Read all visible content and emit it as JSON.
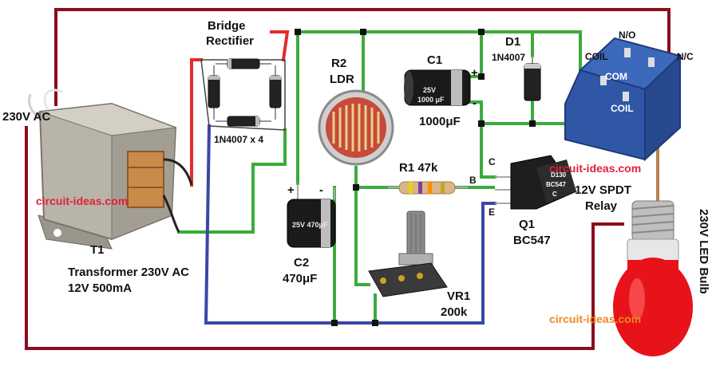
{
  "colors": {
    "mains_wire": "#8b0d1c",
    "dc_positive_wire": "#e52b2b",
    "ground_wire": "#3a47a8",
    "signal_wire": "#3cab3c",
    "bulb_wire": "#b5814e",
    "relay_body": "#2f57a6",
    "bulb_glass": "#e8121a",
    "watermark_red": "#e0203a",
    "watermark_orange": "#ea8a1f",
    "capacitor_body": "#1a1a1a",
    "ldr_face": "#c74a3a"
  },
  "labels": {
    "ac_input": "230V AC",
    "bridge_title_1": "Bridge",
    "bridge_title_2": "Rectifier",
    "bridge_diodes": "1N4007 x 4",
    "transformer_ref": "T1",
    "transformer_desc_1": "Transformer 230V AC",
    "transformer_desc_2": "12V 500mA",
    "ldr_ref": "R2",
    "ldr_name": "LDR",
    "c1_ref": "C1",
    "c1_value": "1000μF",
    "c1_marking_1": "25V",
    "c1_marking_2": "1000 μF",
    "c1_plus": "+",
    "c1_minus": "-",
    "d1_ref": "D1",
    "d1_part": "1N4007",
    "r1_label": "R1 47k",
    "c2_ref": "C2",
    "c2_value": "470μF",
    "c2_marking": "25V 470μF",
    "c2_plus": "+",
    "c2_minus": "-",
    "vr1_ref": "VR1",
    "vr1_value": "200k",
    "q1_ref": "Q1",
    "q1_part": "BC547",
    "q1_marking_1": "D130",
    "q1_marking_2": "BC547",
    "q1_marking_3": "C",
    "pin_c": "C",
    "pin_b": "B",
    "pin_e": "E",
    "relay_no": "N/O",
    "relay_nc": "N/C",
    "relay_com": "COM",
    "relay_coil_1": "COIL",
    "relay_coil_2": "COIL",
    "relay_desc_1": "12V SPDT",
    "relay_desc_2": "Relay",
    "bulb_label": "230V LED Bulb",
    "watermark_1": "circuit-ideas.com",
    "watermark_2": "circuit-ideas.com",
    "watermark_3": "circuit-ideas.com"
  }
}
